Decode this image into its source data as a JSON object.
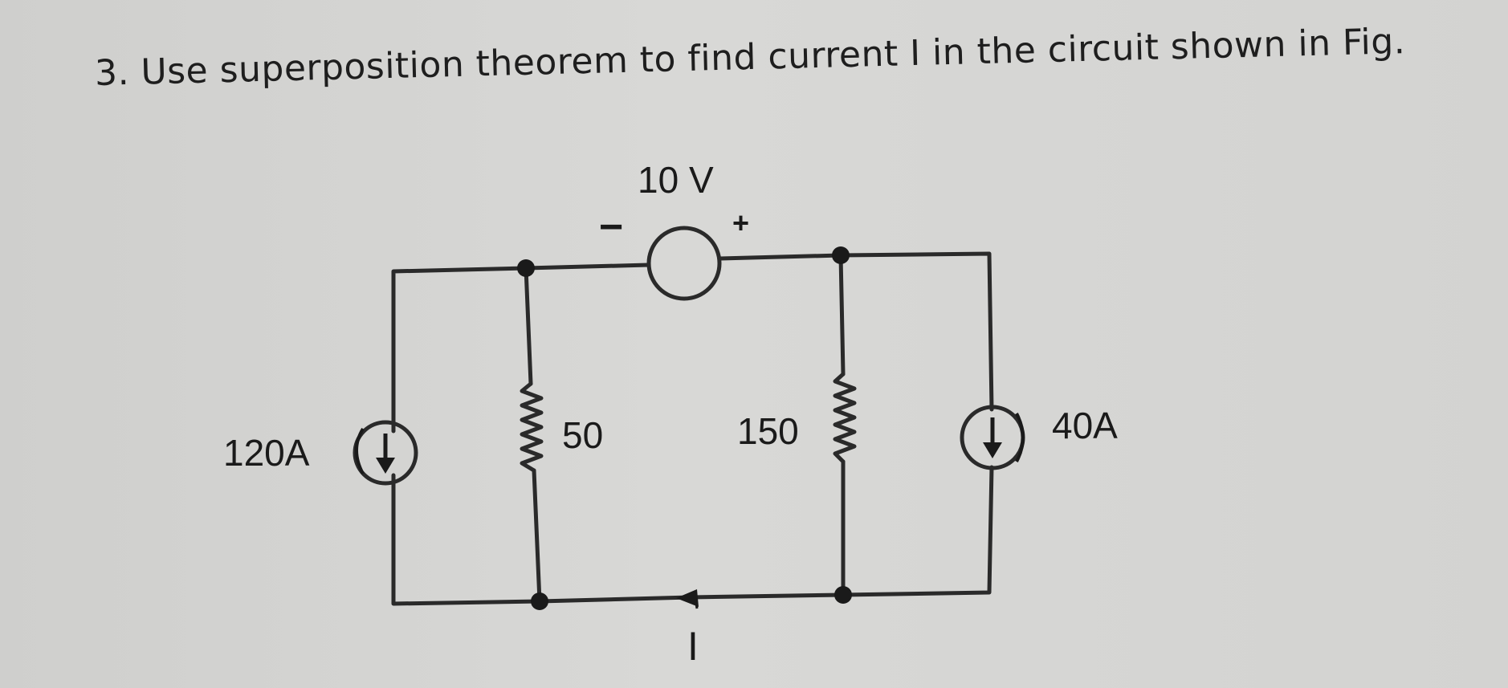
{
  "question": {
    "number": "3.",
    "text": "Use superposition theorem to find current I in the circuit shown in Fig."
  },
  "circuit": {
    "voltage_source": {
      "value": "10 V",
      "minus": "−",
      "plus": "+"
    },
    "current_source_left": {
      "value": "120A"
    },
    "resistor_left": {
      "value": "50"
    },
    "resistor_right": {
      "value": "150"
    },
    "current_source_right": {
      "value": "40A"
    },
    "current_label": "I"
  },
  "colors": {
    "wire": "#2a2a2a",
    "background": "#d4d4d2"
  }
}
